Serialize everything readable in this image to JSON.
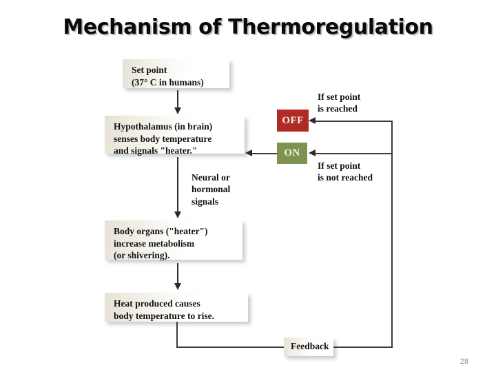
{
  "slide": {
    "title": "Mechanism of Thermoregulation",
    "page_number": "28",
    "background_color": "#ffffff"
  },
  "diagram": {
    "type": "flowchart",
    "boxes": [
      {
        "id": "set-point",
        "lines": [
          "Set point",
          "(37° C in humans)"
        ]
      },
      {
        "id": "hypothalamus",
        "lines": [
          "Hypothalamus (in brain)",
          "senses body temperature",
          "and signals \"heater.\""
        ]
      },
      {
        "id": "body-organs",
        "lines": [
          "Body organs (\"heater\")",
          "increase metabolism",
          "(or shivering)."
        ]
      },
      {
        "id": "heat-produced",
        "lines": [
          "Heat produced causes",
          "body temperature to rise."
        ]
      },
      {
        "id": "feedback",
        "lines": [
          "Feedback"
        ]
      }
    ],
    "chips": [
      {
        "id": "off",
        "label": "OFF",
        "color": "#b02b26",
        "text_color": "#f4f1e6"
      },
      {
        "id": "on",
        "label": "ON",
        "color": "#7f9350",
        "text_color": "#f4f1e6"
      }
    ],
    "labels": [
      {
        "id": "neural-hormonal-signals",
        "lines": [
          "Neural or",
          "hormonal",
          "signals"
        ]
      },
      {
        "id": "if-set-point-reached",
        "lines": [
          "If set point",
          "is reached"
        ]
      },
      {
        "id": "if-set-point-not-reached",
        "lines": [
          "If set point",
          "is not reached"
        ]
      }
    ],
    "connector_color": "#2b2b2b"
  }
}
